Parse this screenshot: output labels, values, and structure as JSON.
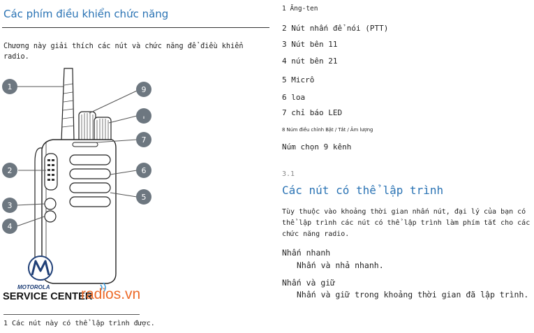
{
  "left": {
    "heading": "Các phím điều  khiển chức năng",
    "intro": "Chương  này giải thích các nút và chức năng để điều khiển radio.",
    "footnote": "1 Các nút này có thể lập trình được."
  },
  "figure": {
    "callouts": [
      "1",
      "2",
      "3",
      "4",
      "5",
      "6",
      "7",
      "9",
      "8"
    ],
    "callout_color": "#6d7780"
  },
  "logo": {
    "brand": "MOTOROLA",
    "service_center": "SERVICE CENTER",
    "site": "radios.vn"
  },
  "right": {
    "items": [
      "1 Ăng-ten",
      "2 Nút nhấn để nói (PTT)",
      "3 Nút bên 11",
      "4 nút bên 21",
      "5 Micrô",
      "6 loa",
      "7 chỉ báo LED",
      "8 Núm điều chỉnh Bật / Tắt / Âm lượng",
      "Núm chọn 9 kênh"
    ],
    "section_number": "3.1",
    "section_title": "Các nút có thể lập trình",
    "section_body": "Tùy thuộc vào khoảng thời gian nhấn nút, đại lý của bạn có thể lập trình các nút có thể lập trình làm phím tắt cho các chức năng radio.",
    "press_short_label": "Nhấn nhanh",
    "press_short_desc": "Nhấn và nhả nhanh.",
    "press_long_label": "Nhấn và giữ",
    "press_long_desc": "Nhấn và giữ trong khoảng thời gian đã lập trình."
  },
  "colors": {
    "heading_blue": "#2a73b4",
    "logo_orange": "#ed6b2a",
    "logo_navy": "#1f3f77"
  }
}
